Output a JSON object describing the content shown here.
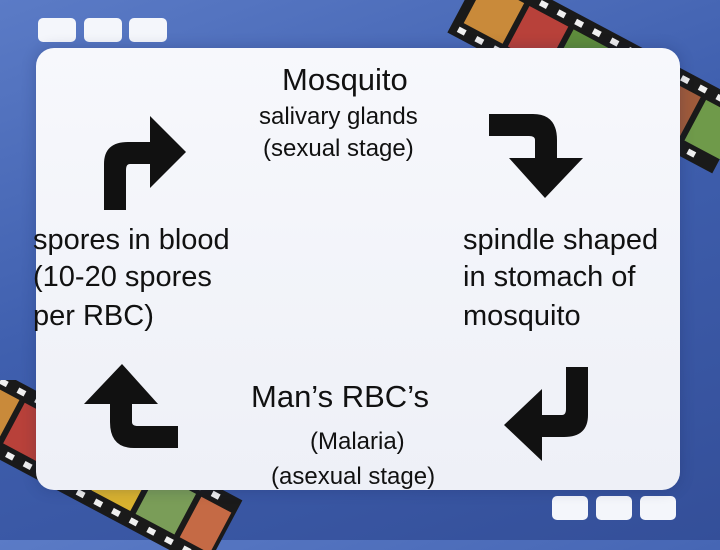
{
  "diagram": {
    "top": {
      "title": "Mosquito",
      "line1": "salivary glands",
      "line2": "(sexual stage)"
    },
    "left": {
      "line1": "spores in blood",
      "line2": "(10-20 spores",
      "line3": "per RBC)"
    },
    "right": {
      "line1": "spindle shaped",
      "line2": "in stomach of",
      "line3": "mosquito"
    },
    "bottom": {
      "title": "Man’s RBC’s",
      "line1": "(Malaria)",
      "line2": "(asexual stage)"
    }
  },
  "colors": {
    "background": "#4a6bbd",
    "panel": "#f4f6fb",
    "arrow": "#111111",
    "text": "#111111"
  },
  "icons": [
    "curved-arrow-up-right-icon",
    "curved-arrow-right-down-icon",
    "curved-arrow-down-left-icon",
    "curved-arrow-left-up-icon"
  ]
}
